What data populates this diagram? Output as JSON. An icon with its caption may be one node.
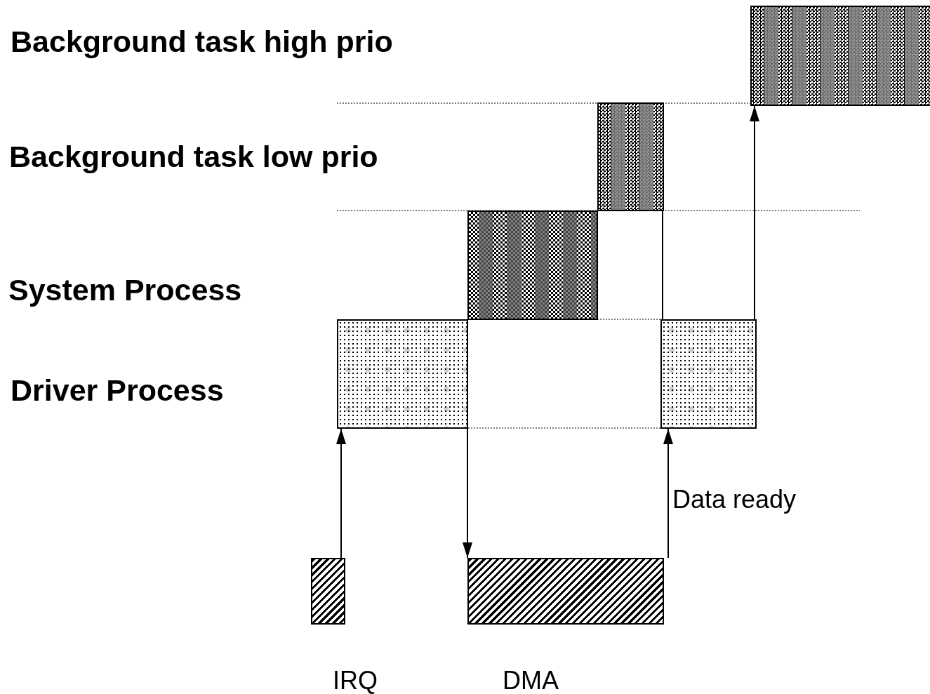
{
  "diagram": {
    "nodes": [
      {
        "text": [],
        "shape": "box"
      },
      {
        "text": [],
        "shape": "box"
      },
      {
        "text": [],
        "shape": "box"
      },
      {
        "text": [],
        "shape": "box"
      },
      {
        "text": [],
        "shape": "box"
      },
      {
        "text": [],
        "shape": "box",
        "beside": [
          "IRQ"
        ]
      },
      {
        "text": [],
        "shape": "box",
        "beside": [
          "DMA"
        ]
      }
    ],
    "edges": [
      {
        "from": 5,
        "to": 0,
        "arrow": "to"
      },
      {
        "from": 0,
        "to": 6,
        "arrow": "to"
      },
      {
        "from": 6,
        "to": 3,
        "arrow": "to",
        "label": "Data ready"
      },
      {
        "from": 2,
        "to": 3,
        "arrow": "none"
      },
      {
        "from": 3,
        "to": 4,
        "arrow": "to"
      }
    ],
    "labels": [
      "Background task high prio",
      "Background task low prio",
      "System Process",
      "Driver Process"
    ]
  }
}
